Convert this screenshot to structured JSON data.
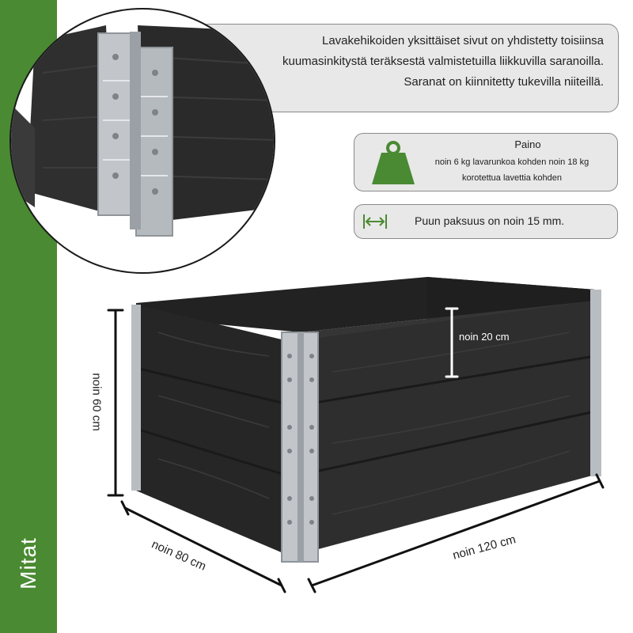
{
  "side_label": "Mitat",
  "info": {
    "text": "Lavakehikoiden yksittäiset sivut on yhdistetty toisiinsa kuumasinkitystä teräksestä valmistetuilla liikkuvilla saranoilla. Saranat on kiinnitetty tukevilla niiteillä."
  },
  "weight": {
    "title": "Paino",
    "description": "noin 6 kg lavarunkoa kohden noin 18 kg korotettua lavettia kohden",
    "icon": "weight-icon"
  },
  "thickness": {
    "text": "Puun paksuus on noin 15 mm.",
    "icon": "width-arrows-icon"
  },
  "dimensions": {
    "height": "noin 60 cm",
    "depth": "noin 80 cm",
    "width": "noin 120 cm",
    "board_height": "noin 20 cm"
  },
  "colors": {
    "accent_green": "#4a8a32",
    "wood": "#2b2b2b",
    "panel_bg": "#e8e8e8"
  }
}
